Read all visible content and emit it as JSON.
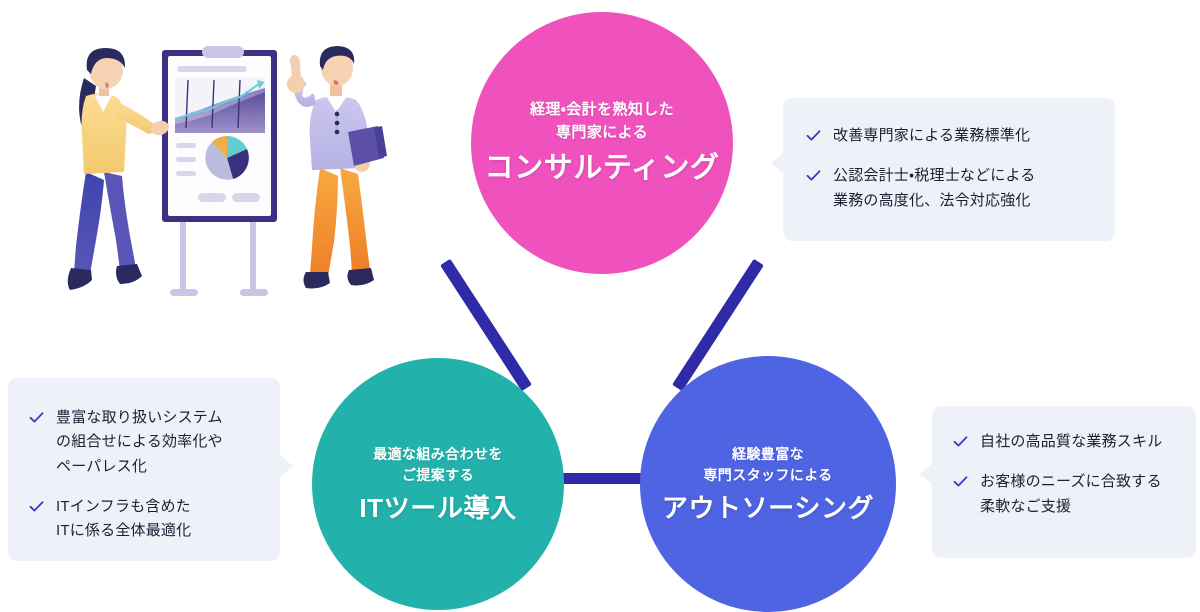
{
  "diagram": {
    "nodes": [
      {
        "id": "consulting",
        "subtitle_line1": "経理・会計を熟知した",
        "subtitle_line2": "専門家による",
        "title": "コンサルティング",
        "color": "#ef52bd"
      },
      {
        "id": "ittool",
        "subtitle_line1": "最適な組み合わせを",
        "subtitle_line2": "ご提案する",
        "title": "ITツール導入",
        "color": "#22b2ab"
      },
      {
        "id": "outsourcing",
        "subtitle_line1": "経験豊富な",
        "subtitle_line2": "専門スタッフによる",
        "title": "アウトソーシング",
        "color": "#4f64e2"
      }
    ],
    "connector_color": "#2f2aa8"
  },
  "callouts": {
    "consulting": {
      "items": [
        {
          "line1": "改善専門家による業務標準化",
          "line2": ""
        },
        {
          "line1": "公認会計士・税理士などによる",
          "line2": "業務の高度化、法令対応強化"
        }
      ]
    },
    "ittool": {
      "items": [
        {
          "line1": "豊富な取り扱いシステム",
          "line2": "の組合せによる効率化や",
          "line3": "ペーパレス化"
        },
        {
          "line1": "ITインフラも含めた",
          "line2": "ITに係る全体最適化",
          "line3": ""
        }
      ]
    },
    "outsourcing": {
      "items": [
        {
          "line1": "自社の高品質な業務スキル",
          "line2": ""
        },
        {
          "line1": "お客様のニーズに合致する",
          "line2": "柔軟なご支援"
        }
      ]
    },
    "check_color": "#3d39c4",
    "background_color": "#eef1f7",
    "text_color": "#1b2034"
  },
  "illustration": {
    "alt": "プレゼンテーションボードの前で話し合う二人のビジネスパーソンのイラスト",
    "board": {
      "area_chart": {
        "type": "area",
        "trend": "上昇",
        "line_color": "#5fcfd4",
        "fill_color": "#5a4d9e"
      },
      "pie_chart": {
        "type": "pie",
        "slices": [
          {
            "label": "slice-teal",
            "value": 20,
            "color": "#63cdd2"
          },
          {
            "label": "slice-navy",
            "value": 25,
            "color": "#3b3080"
          },
          {
            "label": "slice-lavender",
            "value": 40,
            "color": "#b9bcdd"
          },
          {
            "label": "slice-amber",
            "value": 15,
            "color": "#f0ae45"
          }
        ]
      }
    },
    "woman": {
      "hair": "#2a2a5e",
      "top": "#f6d686",
      "pants": "#4a52b5",
      "shoes": "#2a2a5e"
    },
    "man": {
      "hair": "#2a2a5e",
      "top": "#c3c0ea",
      "pants": "#f59a3c",
      "shoes": "#2a2a5e",
      "folder": "#5b4fa8"
    }
  }
}
